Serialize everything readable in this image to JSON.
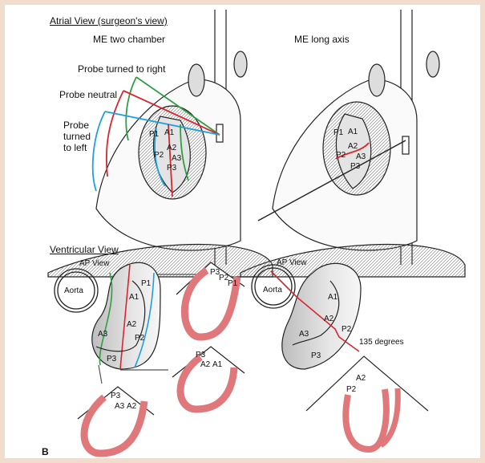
{
  "figure_label": "B",
  "atrial": {
    "title": "Atrial View (surgeon's view)",
    "left_caption": "ME two chamber",
    "right_caption": "ME long axis",
    "probe_right": "Probe turned to right",
    "probe_neutral": "Probe neutral",
    "probe_left_1": "Probe",
    "probe_left_2": "turned",
    "probe_left_3": "to left",
    "left_segments": [
      "P1",
      "A1",
      "A2",
      "P2",
      "A3",
      "P3"
    ],
    "right_segments": [
      "P1",
      "A1",
      "A2",
      "P2",
      "A3",
      "P3"
    ]
  },
  "ventricular": {
    "title": "Ventricular View",
    "left_ap": "AP View",
    "right_ap": "AP View",
    "aorta": "Aorta",
    "left_segments": [
      "P1",
      "A1",
      "A2",
      "A3",
      "P2",
      "P3"
    ],
    "right_segments": [
      "A1",
      "A2",
      "A3",
      "P2",
      "P3"
    ],
    "angle_label": "135 degrees",
    "sector_top": [
      "P3",
      "P2",
      "P1"
    ],
    "sector_mid": [
      "P3",
      "A2",
      "A1"
    ],
    "sector_bottom": [
      "P3",
      "A3",
      "A2"
    ],
    "sector_right": [
      "A2",
      "P2"
    ]
  },
  "colors": {
    "probe_right": "#2f9e44",
    "probe_neutral": "#d7262e",
    "probe_left": "#1ea0dc",
    "myocardium": "#e0777a",
    "leaflet_fill": "#d9d9d9"
  }
}
